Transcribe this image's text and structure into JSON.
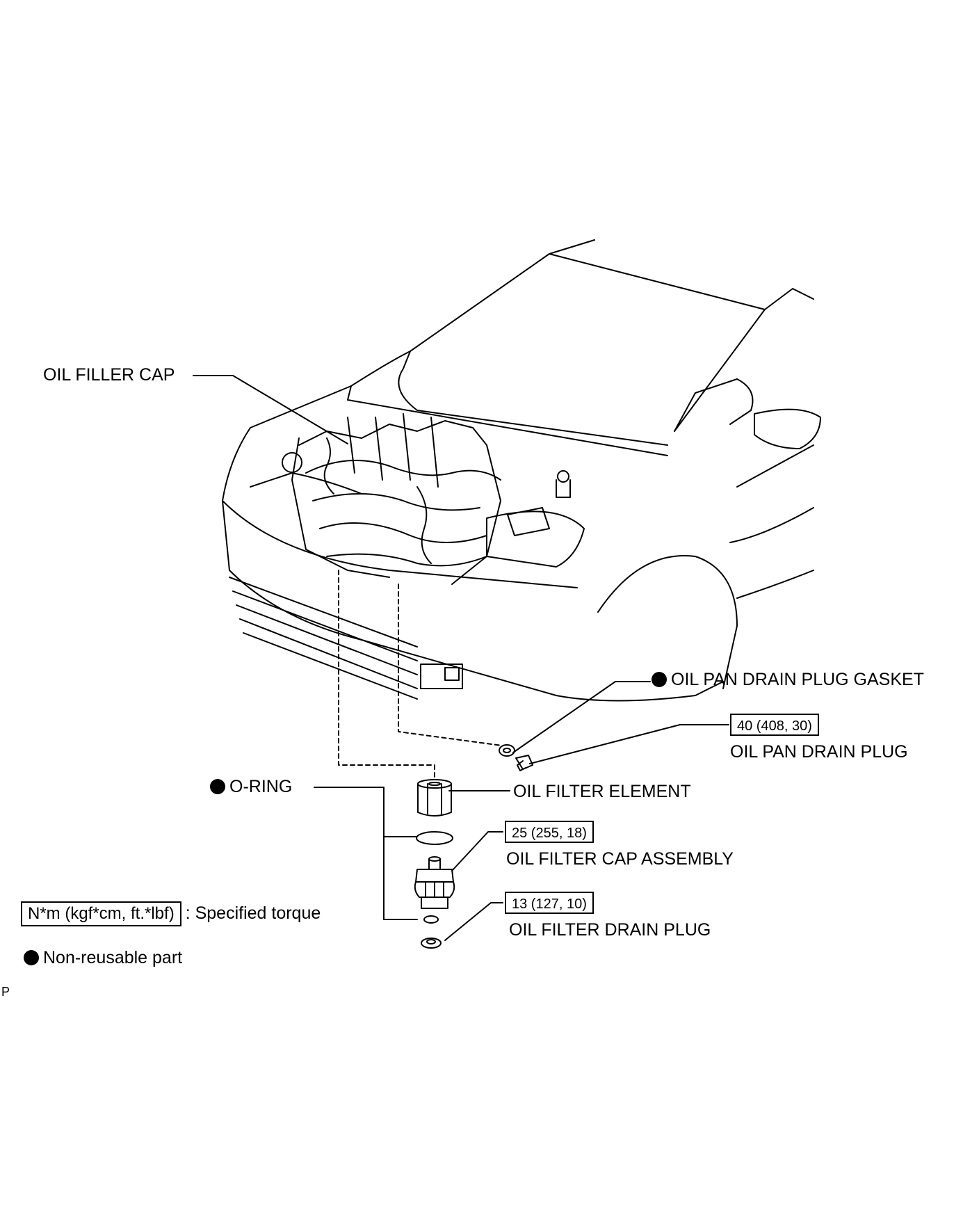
{
  "labels": {
    "oil_filler_cap": "OIL FILLER CAP",
    "oil_pan_drain_plug_gasket": "OIL PAN DRAIN PLUG GASKET",
    "oil_pan_drain_plug": "OIL PAN DRAIN PLUG",
    "o_ring": "O-RING",
    "oil_filter_element": "OIL FILTER ELEMENT",
    "oil_filter_cap_assembly": "OIL FILTER CAP ASSEMBLY",
    "oil_filter_drain_plug": "OIL FILTER DRAIN PLUG"
  },
  "torques": {
    "oil_pan_drain_plug": "40 (408, 30)",
    "oil_filter_cap_assembly": "25 (255, 18)",
    "oil_filter_drain_plug": "13 (127, 10)"
  },
  "legend": {
    "torque_unit": "N*m (kgf*cm, ft.*lbf)",
    "torque_text": ": Specified torque",
    "nonreusable_text": "Non-reusable part"
  },
  "figure_code": "P"
}
